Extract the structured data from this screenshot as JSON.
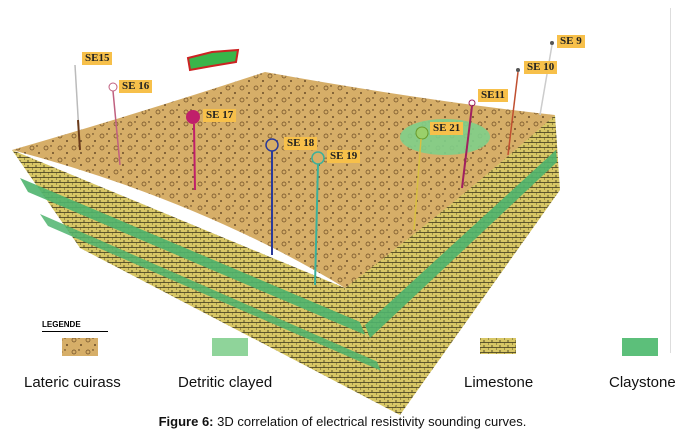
{
  "figure": {
    "wells": [
      {
        "id": "se15",
        "label": "SE15",
        "color": "#bbbbbb"
      },
      {
        "id": "se16",
        "label": "SE 16",
        "color": "#c06080"
      },
      {
        "id": "se17",
        "label": "SE 17",
        "color": "#c0206a"
      },
      {
        "id": "se18",
        "label": "SE 18",
        "color": "#2a3a9a"
      },
      {
        "id": "se19",
        "label": "SE 19",
        "color": "#3bb09a"
      },
      {
        "id": "se21",
        "label": "SE 21",
        "color": "#d8c040"
      },
      {
        "id": "se11",
        "label": "SE11",
        "color": "#a02060"
      },
      {
        "id": "se10",
        "label": "SE 10",
        "color": "#c05030"
      },
      {
        "id": "se9",
        "label": "SE 9",
        "color": "#cccccc"
      }
    ],
    "legend": {
      "title": "LEGENDE",
      "items": [
        {
          "label": "Lateric cuirass",
          "color": "#d9b46e"
        },
        {
          "label": "Detritic clayed",
          "color": "#8fd49a"
        },
        {
          "label": "Limestone",
          "color": "#c9b548"
        },
        {
          "label": "Claystone",
          "color": "#5cbf7a"
        }
      ]
    },
    "caption": {
      "prefix": "Figure 6:",
      "text": " 3D correlation of electrical resistivity sounding curves."
    }
  }
}
